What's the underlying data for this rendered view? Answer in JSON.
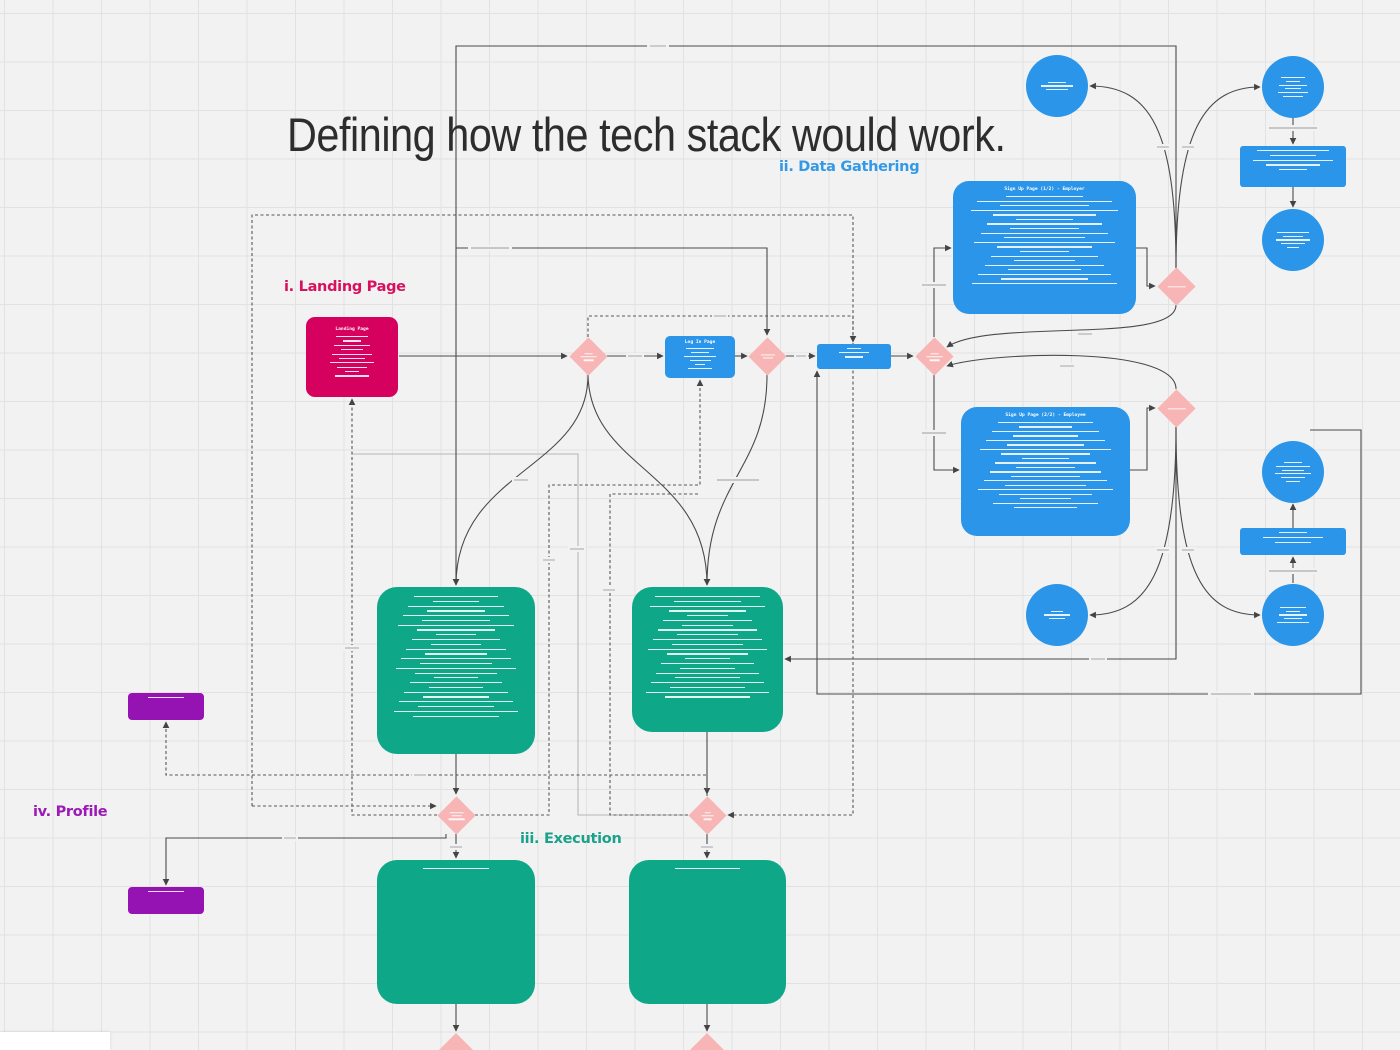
{
  "board": {
    "title": "Defining how the tech stack would work.",
    "sections": {
      "landing": "i. Landing Page",
      "data_gathering": "ii. Data Gathering",
      "execution": "iii. Execution",
      "profile": "iv. Profile"
    }
  },
  "nodes": {
    "landing_page": {
      "title": "Landing Page"
    },
    "log_in_page": {
      "title": "Log In Page"
    },
    "sign_up_employer": {
      "title": "Sign Up Page (1/2) - Employer"
    },
    "sign_up_employee": {
      "title": "Sign Up Page (2/2) - Employee"
    }
  },
  "colors": {
    "canvas": "#f2f2f2",
    "grid": "#e2e2e2",
    "landing": "#d6005f",
    "data": "#2b95e9",
    "execution": "#0ea888",
    "profile": "#9512b3",
    "decision": "#f7b5b5",
    "connector": "#4a4a4a",
    "title": "#2d2d2d",
    "landing_label": "#d8115f",
    "data_label": "#3399e6",
    "execution_label": "#1aa38a",
    "profile_label": "#9b19b5"
  }
}
